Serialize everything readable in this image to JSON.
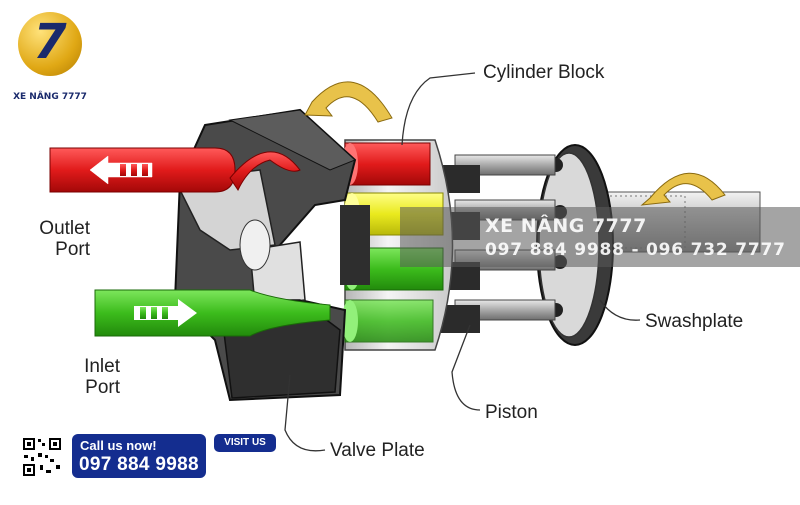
{
  "brand": {
    "logo_numeral": "7",
    "logo_text": "XE NÂNG 7777"
  },
  "labels": {
    "cylinder_block": "Cylinder Block",
    "outlet_port": "Outlet\nPort",
    "inlet_port": "Inlet\nPort",
    "swashplate": "Swashplate",
    "piston": "Piston",
    "valve_plate": "Valve Plate"
  },
  "watermark": {
    "name": "XE NÂNG 7777",
    "phones": "097 884 9988 - 096 732 7777"
  },
  "contact": {
    "call_label": "Call us now!",
    "phone": "097 884 9988",
    "visit_label": "VISIT US"
  },
  "colors": {
    "outlet": "#e11b1b",
    "inlet": "#3cbc1c",
    "piston_yellow": "#eaea1e",
    "arrow": "#e8c24a",
    "brand_blue": "#142d8f"
  }
}
